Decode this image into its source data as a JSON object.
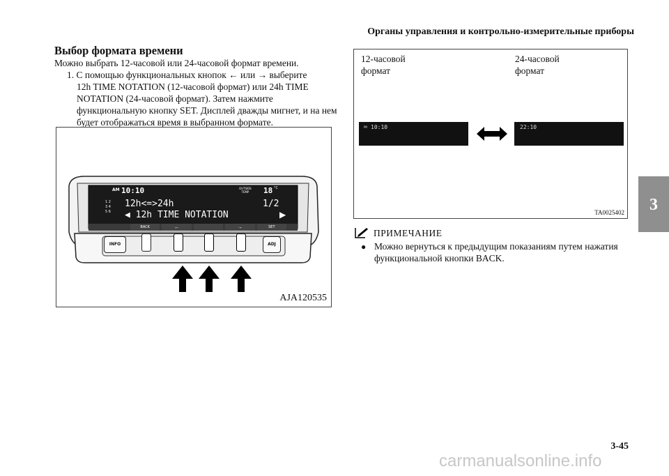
{
  "header": "Органы управления и контрольно-измерительные приборы",
  "chapter_tab": "3",
  "section_title": "Выбор формата времени",
  "intro": "Можно выбрать 12-часовой или 24-часовой формат времени.",
  "step_lines": [
    "1.  С помощью функциональных кнопок ← или → выберите",
    "12h TIME NOTATION (12-часовой формат) или 24h TIME",
    "NOTATION (24-часовой формат). Затем нажмите",
    "функциональную кнопку SET. Дисплей дважды мигнет, и на нем",
    "будет отображаться время в выбранном формате."
  ],
  "figure1": {
    "caption": "AJA120535",
    "display": {
      "am": "AM",
      "time": "10:10",
      "outside_temp_line1": "OUTSIDE",
      "outside_temp_line2": "TEMP",
      "temp_value": "18",
      "temp_unit": "°C",
      "line1": "12h<=>24h",
      "line1_page": "1/2",
      "line2": "12h TIME NOTATION",
      "side_numbers": [
        "1",
        "2",
        "3",
        "4",
        "5",
        "6"
      ],
      "softkeys": [
        "BACK",
        "←",
        "",
        "→",
        "SET"
      ]
    },
    "buttons": {
      "info": "INFO",
      "adj": "ADJ"
    }
  },
  "figure2": {
    "label_12h_line1": "12-часовой",
    "label_12h_line2": "формат",
    "label_24h_line1": "24-часовой",
    "label_24h_line2": "формат",
    "display_12h_prefix": "PM",
    "display_12h_time": "10:10",
    "display_24h_time": "22:10",
    "caption": "TA0025402"
  },
  "note": {
    "label": "ПРИМЕЧАНИЕ",
    "bullet_line1": "Можно вернуться к предыдущим показаниям путем нажатия",
    "bullet_line2": "функциональной кнопки BACK."
  },
  "page_number": "3-45",
  "watermark": "carmanualsonline.info"
}
